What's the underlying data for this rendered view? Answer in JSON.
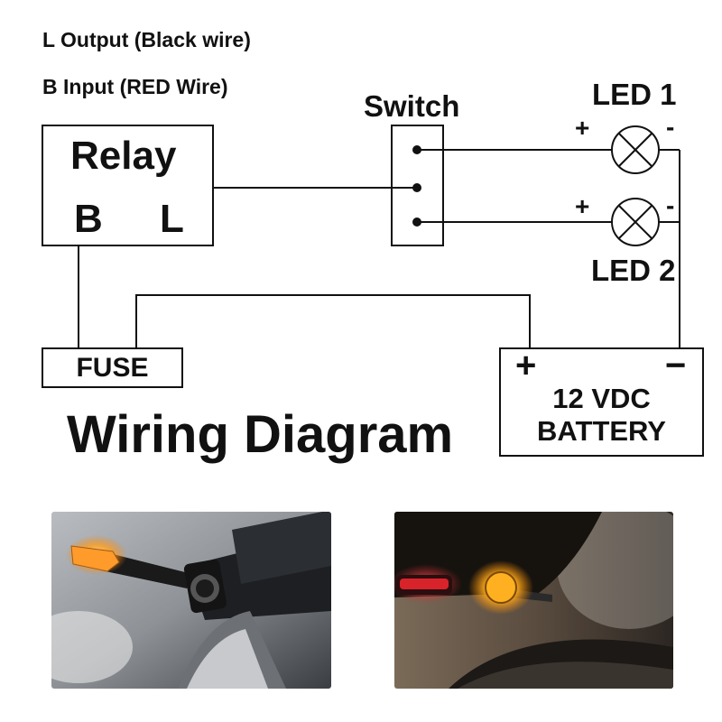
{
  "notes": {
    "line1": "L Output (Black wire)",
    "line2": "B Input (RED Wire)"
  },
  "relay": {
    "title": "Relay",
    "terminal_b": "B",
    "terminal_l": "L"
  },
  "switch": {
    "label": "Switch"
  },
  "leds": [
    {
      "label": "LED 1",
      "plus": "+",
      "minus": "-"
    },
    {
      "label": "LED 2",
      "plus": "+",
      "minus": "-"
    }
  ],
  "fuse": {
    "label": "FUSE"
  },
  "battery": {
    "plus": "+",
    "minus": "−",
    "line1": "12 VDC",
    "line2": "BATTERY"
  },
  "title": "Wiring Diagram",
  "colors": {
    "line": "#111111",
    "indicator_amber": "#ffb020",
    "tail_red": "#d8232a"
  }
}
